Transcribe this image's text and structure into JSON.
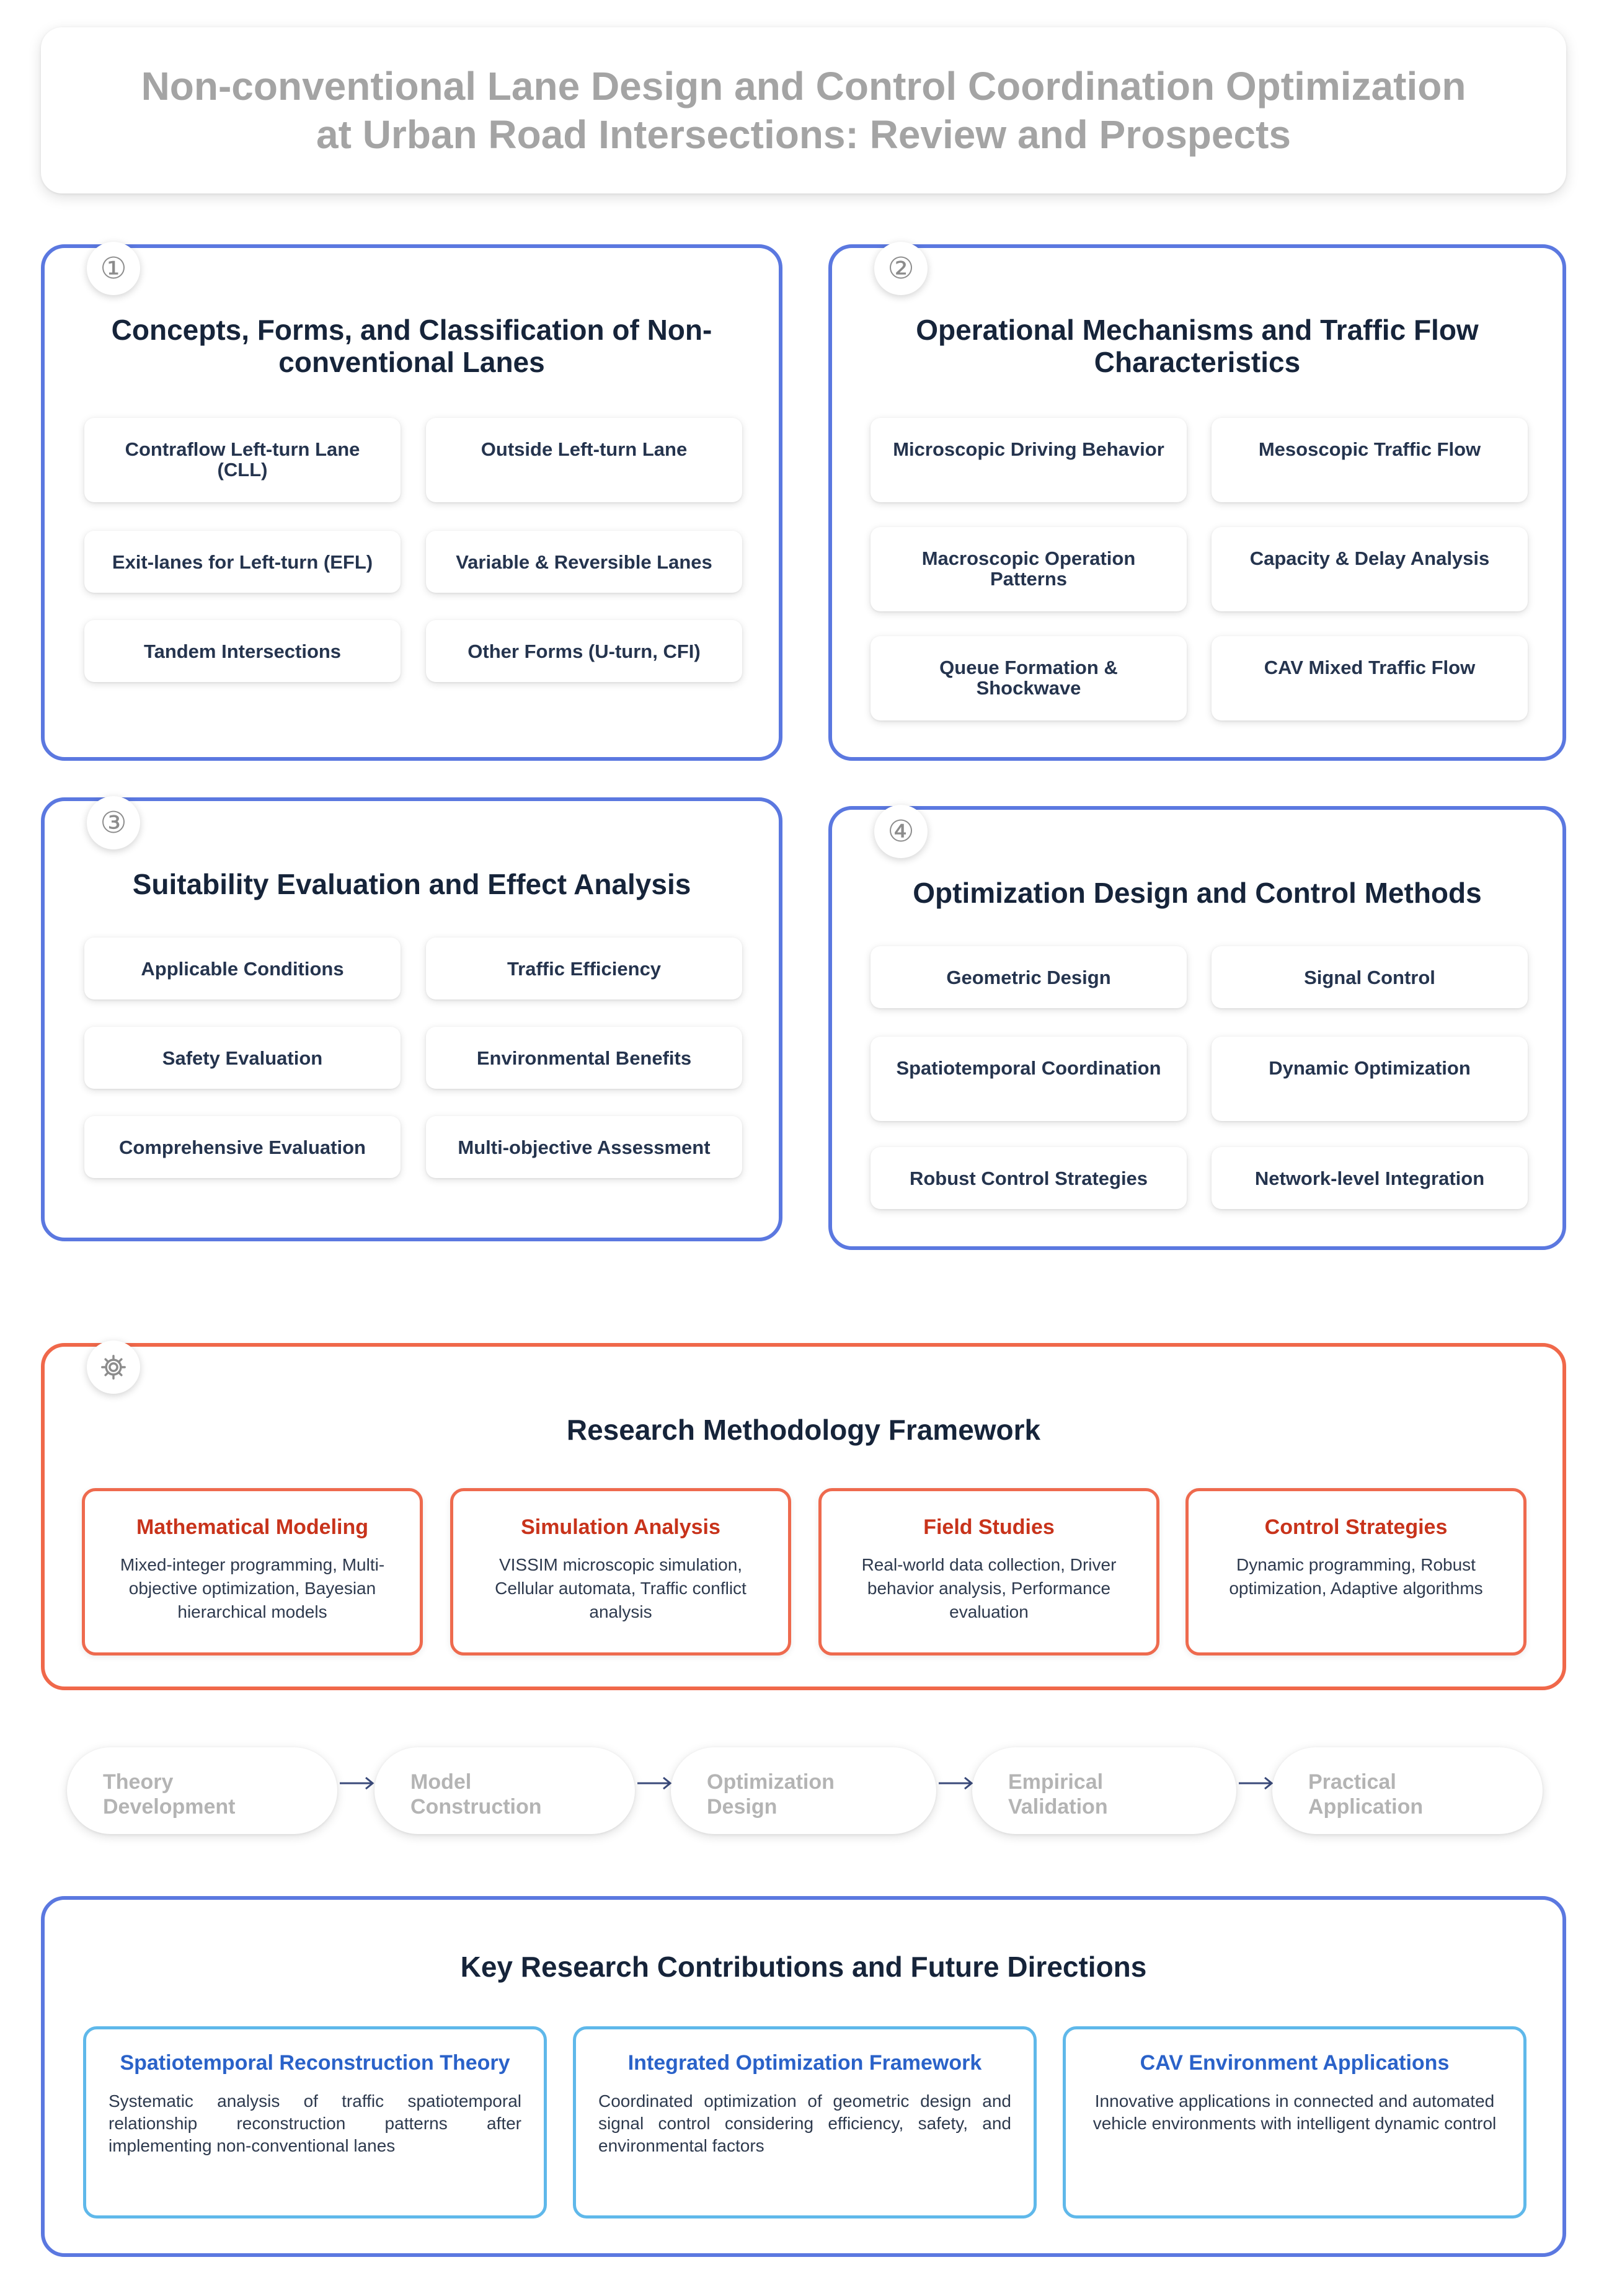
{
  "title": {
    "line1": "Non-conventional Lane Design and Control Coordination Optimization",
    "line2": "at Urban Road Intersections: Review and Prospects"
  },
  "panels": [
    {
      "badge": "①",
      "title_line1": "Concepts, Forms, and Classification of Non-",
      "title_line2": "conventional Lanes",
      "items": [
        "Contraflow Left-turn Lane (CLL)",
        "Outside Left-turn Lane",
        "Exit-lanes for Left-turn (EFL)",
        "Variable & Reversible Lanes",
        "Tandem Intersections",
        "Other Forms (U-turn, CFI)"
      ]
    },
    {
      "badge": "②",
      "title_line1": "Operational Mechanisms and Traffic Flow",
      "title_line2": "Characteristics",
      "items": [
        "Microscopic Driving Behavior",
        "Mesoscopic Traffic Flow",
        "Macroscopic Operation Patterns",
        "Capacity & Delay Analysis",
        "Queue Formation & Shockwave",
        "CAV Mixed Traffic Flow"
      ]
    },
    {
      "badge": "③",
      "title_line1": "Suitability Evaluation and Effect Analysis",
      "items": [
        "Applicable Conditions",
        "Traffic Efficiency",
        "Safety Evaluation",
        "Environmental Benefits",
        "Comprehensive Evaluation",
        "Multi-objective Assessment"
      ]
    },
    {
      "badge": "④",
      "title_line1": "Optimization Design and Control Methods",
      "items": [
        "Geometric Design",
        "Signal Control",
        "Spatiotemporal Coordination",
        "Dynamic Optimization",
        "Robust Control Strategies",
        "Network-level Integration"
      ]
    }
  ],
  "methodology": {
    "icon": "gear-icon",
    "title": "Research Methodology Framework",
    "cards": [
      {
        "title": "Mathematical Modeling",
        "text": "Mixed-integer programming, Multi-objective optimization, Bayesian hierarchical models"
      },
      {
        "title": "Simulation Analysis",
        "text": "VISSIM microscopic simulation, Cellular automata, Traffic conflict analysis"
      },
      {
        "title": "Field Studies",
        "text": "Real-world data collection, Driver behavior analysis, Performance evaluation"
      },
      {
        "title": "Control Strategies",
        "text": "Dynamic programming, Robust optimization, Adaptive algorithms"
      }
    ]
  },
  "flow": [
    {
      "line1": "Theory",
      "line2": "Development"
    },
    {
      "line1": "Model",
      "line2": "Construction"
    },
    {
      "line1": "Optimization",
      "line2": "Design"
    },
    {
      "line1": "Empirical",
      "line2": "Validation"
    },
    {
      "line1": "Practical",
      "line2": "Application"
    }
  ],
  "contributions": {
    "title": "Key Research Contributions and Future Directions",
    "cards": [
      {
        "title": "Spatiotemporal Reconstruction Theory",
        "text": "Systematic analysis of traffic spatiotemporal relationship reconstruction patterns after implementing non-conventional lanes"
      },
      {
        "title": "Integrated Optimization Framework",
        "text": "Coordinated optimization of geometric design and signal control considering efficiency, safety, and environmental factors"
      },
      {
        "title": "CAV Environment Applications",
        "text": "Innovative applications in connected and automated vehicle environments with intelligent dynamic control"
      }
    ]
  },
  "colors": {
    "panel_border": "#5b78e0",
    "method_border": "#f0684a",
    "method_title": "#c8331b",
    "contrib_border": "#5fb8ea",
    "contrib_title": "#2a62c9",
    "title_text": "#a4a4a4",
    "flow_text": "#b4b4b4",
    "arrow": "#3a4a7a"
  }
}
